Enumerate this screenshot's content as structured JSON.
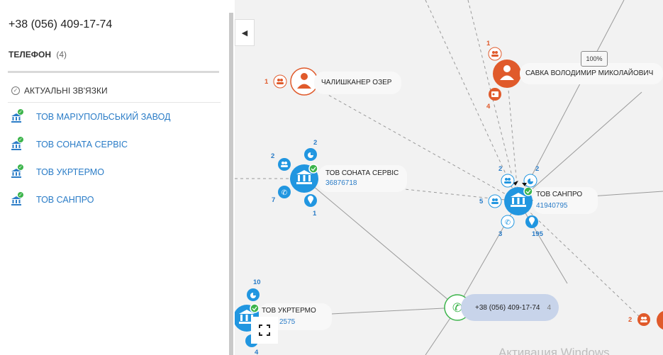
{
  "panel": {
    "phone": "+38 (056) 409-17-74",
    "section_title": "ТЕЛЕФОН",
    "section_count": "(4)",
    "actual_label": "АКТУАЛЬНІ ЗВ'ЯЗКИ",
    "companies": [
      {
        "label": "ТОВ МАРІУПОЛЬСЬКИЙ ЗАВОД"
      },
      {
        "label": "ТОВ СОНАТА СЕРВІС"
      },
      {
        "label": "ТОВ УКРТЕРМО"
      },
      {
        "label": "ТОВ САНПРО"
      }
    ]
  },
  "graph": {
    "zoom": "100%",
    "persons": {
      "chalishkaner": {
        "name": "ЧАЛИШКАНЕР ОЗЕР",
        "count": "1"
      },
      "savka": {
        "name": "САВКА ВОЛОДИМИР МИКОЛАЙОВИЧ",
        "count_top": "1",
        "count_bottom": "4"
      }
    },
    "companies": {
      "sonata": {
        "name": "ТОВ СОНАТА СЕРВІС",
        "code": "36876718",
        "c_persons": "2",
        "c_pie": "2",
        "c_phone": "7",
        "c_pin": "1"
      },
      "sanpro": {
        "name": "ТОВ САНПРО",
        "code": "41940795",
        "c_persons_top": "2",
        "c_pie": "2",
        "c_persons_left": "5",
        "c_phone": "3",
        "c_pin": "195"
      },
      "ukrtermo": {
        "name": "ТОВ УКРТЕРМО",
        "code": "2575",
        "c_pie": "10",
        "c_bottom": "4"
      }
    },
    "phone_node": {
      "label": "+38 (056) 409-17-74",
      "count": "4"
    },
    "right_edge_count": "2"
  },
  "watermark": "Активация Windows",
  "colors": {
    "blue": "#2196e0",
    "orange": "#e05a2b",
    "green": "#3cb44b",
    "link": "#2a7cc7"
  },
  "icons": [
    "bank-icon",
    "person-icon",
    "persons-icon",
    "pie-chart-icon",
    "phone-icon",
    "location-pin-icon",
    "check-icon",
    "fullscreen-icon",
    "chevron-left-icon"
  ]
}
